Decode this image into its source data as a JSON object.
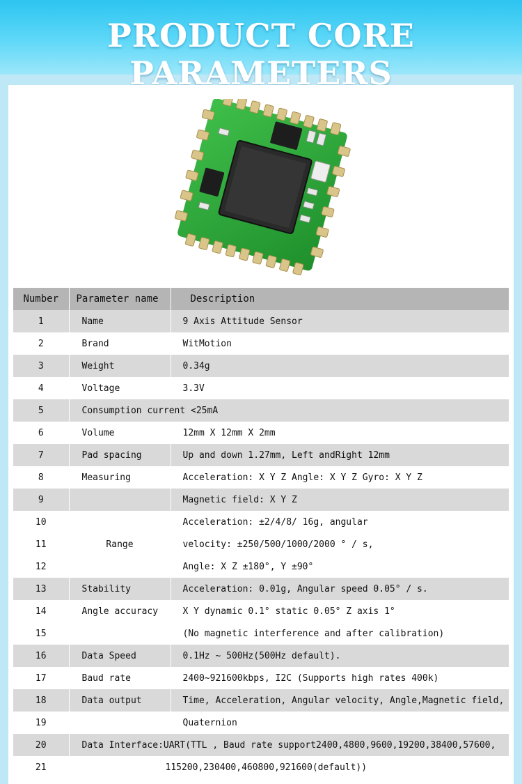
{
  "header": {
    "title": "PRODUCT CORE PARAMETERS"
  },
  "table": {
    "headers": {
      "number": "Number",
      "name": "Parameter name",
      "description": "Description"
    },
    "rows": [
      {
        "n": "1",
        "name": "Name",
        "desc": "9 Axis Attitude Sensor"
      },
      {
        "n": "2",
        "name": "Brand",
        "desc": "WitMotion"
      },
      {
        "n": "3",
        "name": "Weight",
        "desc": "0.34g"
      },
      {
        "n": "4",
        "name": "Voltage",
        "desc": "3.3V"
      },
      {
        "n": "5",
        "name": "Consumption current     <25mA",
        "desc": ""
      },
      {
        "n": "6",
        "name": "Volume",
        "desc": "12mm X 12mm X 2mm"
      },
      {
        "n": "7",
        "name": "Pad spacing",
        "desc": "Up and down 1.27mm, Left andRight 12mm"
      },
      {
        "n": "8",
        "name": "Measuring",
        "desc": "Acceleration: X Y Z   Angle: X Y Z  Gyro:  X Y Z"
      },
      {
        "n": "9",
        "name": "",
        "desc": "Magnetic field: X Y Z"
      },
      {
        "n": "10",
        "name": "",
        "desc": "Acceleration: ±2/4/8/ 16g, angular"
      },
      {
        "n": "11",
        "name": "Range",
        "desc": "velocity: ±250/500/1000/2000 °  / s,"
      },
      {
        "n": "12",
        "name": "",
        "desc": "Angle: X Z ±180°,  Y ±90°"
      },
      {
        "n": "13",
        "name": "Stability",
        "desc": "Acceleration: 0.01g,   Angular speed 0.05°  / s."
      },
      {
        "n": "14",
        "name": "Angle accuracy",
        "desc": "X Y dynamic 0.1° static 0.05°  Z axis 1°"
      },
      {
        "n": "15",
        "name": "",
        "desc": "(No magnetic interference and after calibration)"
      },
      {
        "n": "16",
        "name": "Data Speed",
        "desc": "0.1Hz ~ 500Hz(500Hz default)."
      },
      {
        "n": "17",
        "name": "Baud rate",
        "desc": " 2400~921600kbps, I2C (Supports high rates 400k)"
      },
      {
        "n": "18",
        "name": "Data output",
        "desc": "Time, Acceleration, Angular velocity, Angle,Magnetic field,"
      },
      {
        "n": "19",
        "name": "",
        "desc": "Quaternion"
      },
      {
        "n": "20",
        "name": "Data Interface:UART(TTL , Baud rate support2400,4800,9600,19200,38400,57600,",
        "desc": ""
      },
      {
        "n": "21",
        "name": "115200,230400,460800,921600(default))",
        "desc": ""
      }
    ]
  }
}
